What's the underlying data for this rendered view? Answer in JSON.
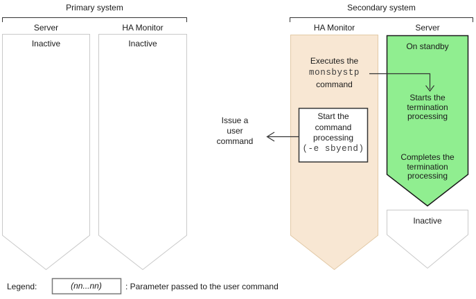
{
  "colors": {
    "ha_monitor_fill": "#f8e7d3",
    "ha_monitor_border": "#e2c9a6",
    "server_active_fill": "#90ee90",
    "server_active_border": "#1a1a1a",
    "inactive_border": "#c9c9c9",
    "line_color": "#333333"
  },
  "primary": {
    "title": "Primary system",
    "server": {
      "header": "Server",
      "status": "Inactive"
    },
    "ha_monitor": {
      "header": "HA Monitor",
      "status": "Inactive"
    }
  },
  "secondary": {
    "title": "Secondary system",
    "ha_monitor": {
      "header": "HA Monitor",
      "executes_line1": "Executes the",
      "executes_command": "monsbystp",
      "executes_line2": "command",
      "box_line1": "Start the",
      "box_line2": "command",
      "box_line3": "processing",
      "box_param": "(-e sbyend)"
    },
    "server": {
      "header": "Server",
      "standby": "On standby",
      "starts": "Starts the\ntermination\nprocessing",
      "completes": "Completes the\ntermination\nprocessing",
      "inactive": "Inactive"
    }
  },
  "annotations": {
    "issue_command": "Issue a\nuser\ncommand"
  },
  "legend": {
    "label": "Legend:",
    "box_text": "(nn...nn)",
    "description": ": Parameter passed to the user command"
  }
}
